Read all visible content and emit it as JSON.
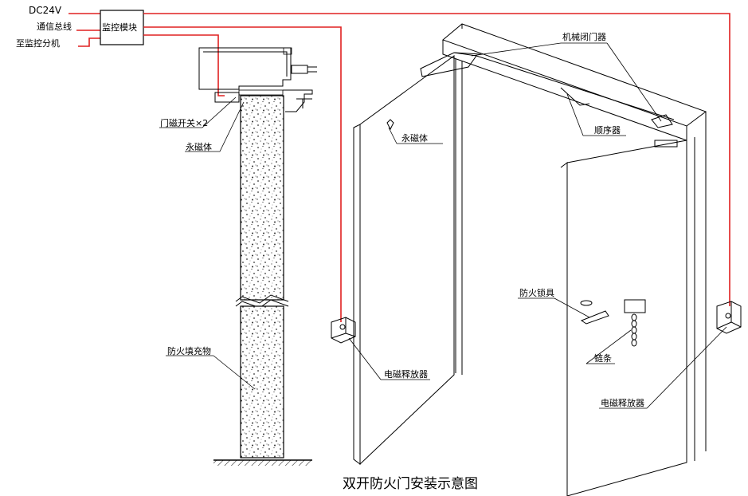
{
  "title": "双开防火门安装示意图",
  "left_inputs": {
    "power": "DC24V",
    "bus": "通信总线",
    "host": "至监控分机"
  },
  "module": "监控模块",
  "labels": {
    "door_switch": "门磁开关×2",
    "permanent_magnet": "永磁体",
    "fire_filler": "防火填充物",
    "mechanical_closer": "机械闭门器",
    "sequencer": "顺序器",
    "magnet_left_door": "永磁体",
    "em_release_left": "电磁释放器",
    "fire_lock": "防火锁具",
    "chain": "链条",
    "em_release_right": "电磁释放器"
  },
  "colors": {
    "wire": "#e02020",
    "line": "#000000"
  },
  "icons": [
    "monitor-module-box",
    "door-switch",
    "em-release-icon",
    "lock-icon",
    "chain-icon"
  ]
}
